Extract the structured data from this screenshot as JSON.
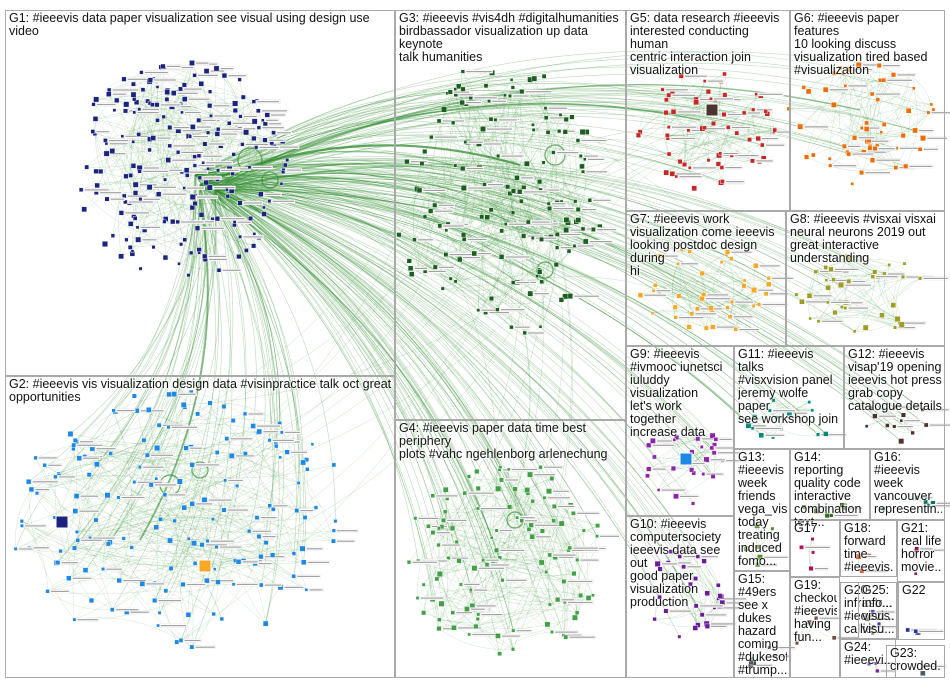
{
  "groups": [
    {
      "id": "G1",
      "label": "G1: #ieeevis data paper visualization see visual using design use video",
      "color": "#1a237e"
    },
    {
      "id": "G2",
      "label": "G2: #ieeevis vis visualization design data #visinpractice talk oct great\nopportunities",
      "color": "#1e88e5"
    },
    {
      "id": "G3",
      "label": "G3: #ieeevis #vis4dh #digitalhumanities\nbirdbassador visualization up data keynote\ntalk humanities",
      "color": "#1b5e20"
    },
    {
      "id": "G4",
      "label": "G4: #ieeevis paper data time best periphery\nplots #vahc ngehlenborg arlenechung",
      "color": "#43a047"
    },
    {
      "id": "G5",
      "label": "G5: data research #ieeevis\ninterested conducting human\ncentric interaction join\nvisualization",
      "color": "#c62828"
    },
    {
      "id": "G6",
      "label": "G6: #ieeevis paper features\n10 looking discuss\nvisualization tired based\n#visualization",
      "color": "#ef6c00"
    },
    {
      "id": "G7",
      "label": "G7: #ieeevis work\nvisualization come ieeevis\nlooking postdoc design during\nhi",
      "color": "#f9a825"
    },
    {
      "id": "G8",
      "label": "G8: #ieeevis #visxai visxai\nneural neurons 2019 out\ngreat interactive\nunderstanding",
      "color": "#9e9d24"
    },
    {
      "id": "G9",
      "label": "G9: #ieeevis\n#ivmooc iunetsci\niuluddy visualization\nlet's work together\nincrease data",
      "color": "#8e24aa"
    },
    {
      "id": "G10",
      "label": "G10: #ieeevis\ncomputersociety\nieeevis data see out\ngood paper\nvisualization\nproduction",
      "color": "#6a1b9a"
    },
    {
      "id": "G11",
      "label": "G11: #ieeevis talks\n#visxvision panel\njeremy wolfe paper\nsee workshop join",
      "color": "#00897b"
    },
    {
      "id": "G12",
      "label": "G12: #ieeevis\nvisap'19 opening\nieeevis hot press\ngrab copy\ncatalogue details",
      "color": "#4e342e"
    },
    {
      "id": "G13",
      "label": "G13:\n#ieeevis\nweek\nfriends\nvega_vis\ntoday\ntreating\ninduced\nfomo...",
      "color": "#558b2f"
    },
    {
      "id": "G14",
      "label": "G14: reporting\nquality code\ninteractive\ncombination\ntext...",
      "color": "#33691e"
    },
    {
      "id": "G15",
      "label": "G15:\n#49ers\nsee x\ndukes\nhazard\ncoming\n#dukesof...\n#trump...",
      "color": "#37474f"
    },
    {
      "id": "G16",
      "label": "G16:\n#ieeevis\nweek\nvancouver\nrepresentin...",
      "color": "#00695c"
    },
    {
      "id": "G17",
      "label": "G17",
      "color": "#ad1457"
    },
    {
      "id": "G18",
      "label": "G18:\nforward\ntime\n#ieeevis...",
      "color": "#d84315"
    },
    {
      "id": "G19",
      "label": "G19:\ncheckout\n#ieeevis\nhaving\nfun...",
      "color": "#6d4c41"
    },
    {
      "id": "G20",
      "label": "G20:\ninfrastr...\n#ieeevis\ncallie...",
      "color": "#5d4037"
    },
    {
      "id": "G21",
      "label": "G21:\nreal life\nhorror\nmovie...",
      "color": "#880e4f"
    },
    {
      "id": "G22",
      "label": "G22",
      "color": "#283593"
    },
    {
      "id": "G23",
      "label": "G23:\ncrowded...",
      "color": "#455a64"
    },
    {
      "id": "G24",
      "label": "G24:\n#ieeevi...",
      "color": "#7b1fa2"
    },
    {
      "id": "G25",
      "label": "G25:\ninfo...\nvisu...\nvisu...",
      "color": "#512da8"
    }
  ],
  "colors": {
    "edge": "#2e8b2e",
    "panel_border": "#a9a9a9",
    "node_label_bg": "#ffffff"
  }
}
